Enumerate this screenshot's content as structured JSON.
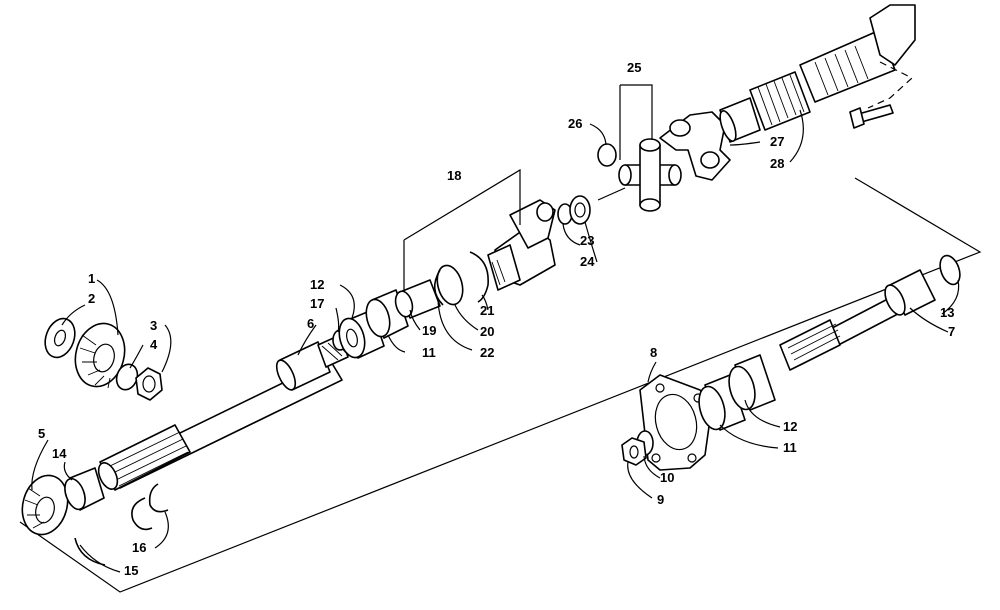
{
  "diagram": {
    "labels": {
      "l1": "1",
      "l2": "2",
      "l3": "3",
      "l4": "4",
      "l5": "5",
      "l6": "6",
      "l7": "7",
      "l8": "8",
      "l9": "9",
      "l10": "10",
      "l11a": "11",
      "l11b": "11",
      "l12a": "12",
      "l12b": "12",
      "l13": "13",
      "l14": "14",
      "l15": "15",
      "l16": "16",
      "l17": "17",
      "l18": "18",
      "l19": "19",
      "l20": "20",
      "l21": "21",
      "l22": "22",
      "l23": "23",
      "l24": "24",
      "l25": "25",
      "l26": "26",
      "l27": "27",
      "l28": "28"
    }
  }
}
